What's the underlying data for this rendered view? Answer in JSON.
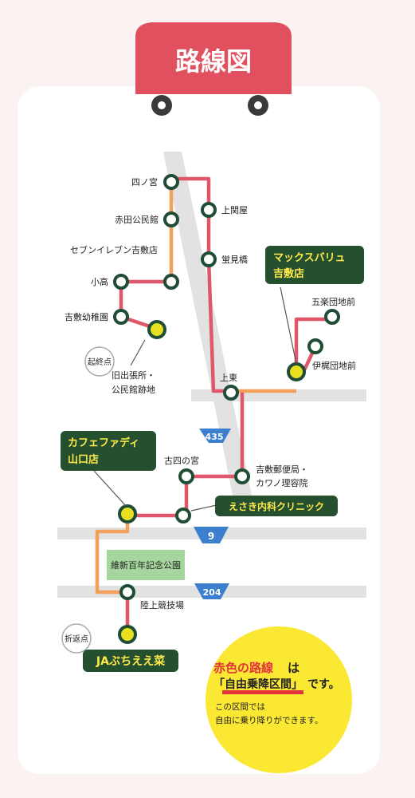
{
  "header": {
    "title": "路線図"
  },
  "roads": {
    "r435": "435",
    "r9": "9",
    "r204": "204"
  },
  "park": {
    "label": "維新百年記念公園"
  },
  "stops": {
    "shinomiya": "四ノ宮",
    "akada": "赤田公民館",
    "seven": "セブンイレブン吉敷店",
    "kotaka": "小高",
    "yoshiki_yochien": "吉敷幼稚園",
    "kyudesho_l1": "旧出張所・",
    "kyudesho_l2": "公民館跡地",
    "kamisekiya": "上関屋",
    "hotarumi": "蛍見橋",
    "gorakudanchi": "五楽団地前",
    "ikajidanchi": "伊梶団地前",
    "kamihigashi": "上東",
    "koshinomiya": "古四の宮",
    "yubinkyoku_l1": "吉敷郵便局・",
    "yubinkyoku_l2": "カワノ理容院",
    "rikujo": "陸上競技場"
  },
  "tags": {
    "kishuten": "起終点",
    "orikaeshi": "折返点"
  },
  "callouts": {
    "maxvalu_l1": "マックスバリュ",
    "maxvalu_l2": "吉敷店",
    "cafe_l1": "カフェファディ",
    "cafe_l2": "山口店",
    "esaki": "えさき内科クリニック",
    "ja": "JAぶちええ菜"
  },
  "note": {
    "line1_red": "赤色の路線",
    "line1_rest": "は",
    "line2_box": "「自由乗降区間」",
    "line2_rest": "です。",
    "line3": "この区間では",
    "line4": "自由に乗り降りができます。"
  },
  "colors": {
    "route_red": "#e0566a",
    "route_orange": "#f2a05c",
    "stop_green": "#1f4d35",
    "terminal_yellow": "#e6e020",
    "callout_green": "#24502f",
    "callout_text": "#ffe94a",
    "road_gray": "#e2e2e2",
    "road_badge": "#3c7fcf",
    "header_red": "#e0505e",
    "note_yellow": "#fbe832",
    "note_red": "#e3323c"
  }
}
